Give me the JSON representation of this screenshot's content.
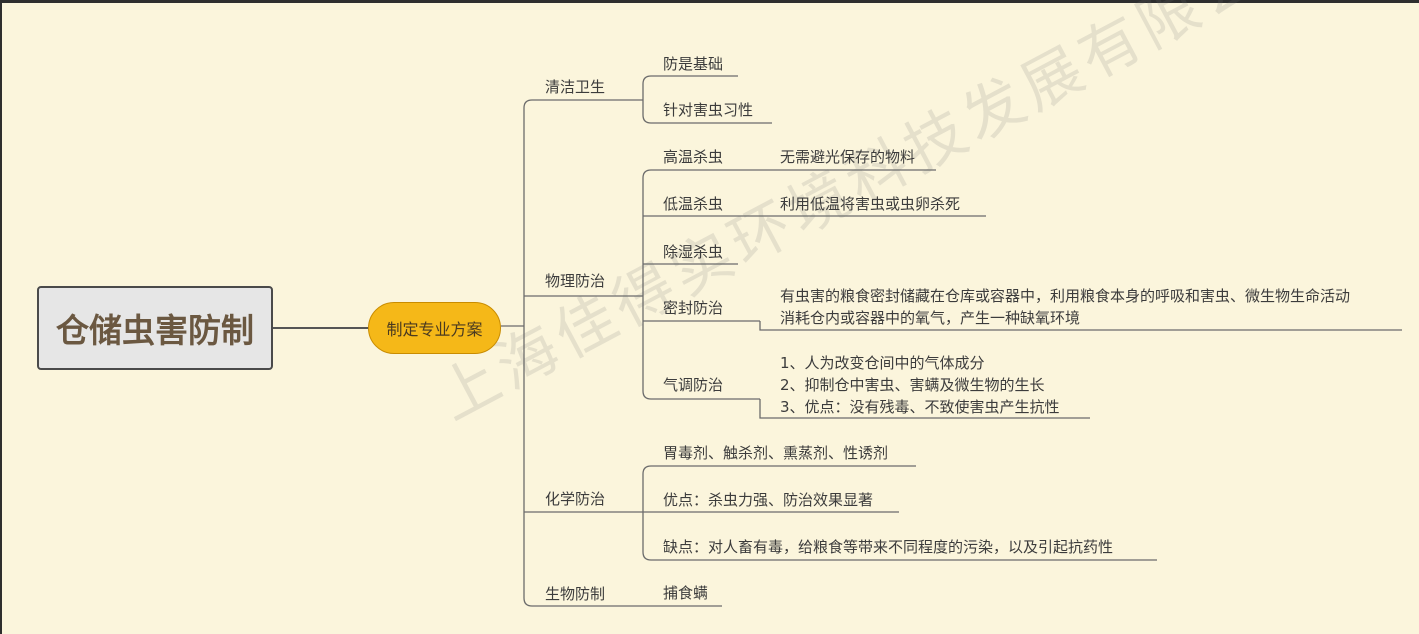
{
  "watermark": "上海佳得实环境科技发展有限公司",
  "root": "仓储虫害防制",
  "central": "制定专业方案",
  "branches": {
    "cleaning": {
      "label": "清洁卫生",
      "items": [
        "防是基础",
        "针对害虫习性"
      ]
    },
    "physical": {
      "label": "物理防治",
      "high_temp": {
        "label": "高温杀虫",
        "detail": "无需避光保存的物料"
      },
      "low_temp": {
        "label": "低温杀虫",
        "detail": "利用低温将害虫或虫卵杀死"
      },
      "dehumid": {
        "label": "除湿杀虫"
      },
      "sealed": {
        "label": "密封防治",
        "line1": "有虫害的粮食密封储藏在仓库或容器中，利用粮食本身的呼吸和害虫、微生物生命活动",
        "line2": "消耗仓内或容器中的氧气，产生一种缺氧环境"
      },
      "atmosphere": {
        "label": "气调防治",
        "line1": "1、人为改变仓间中的气体成分",
        "line2": "2、抑制仓中害虫、害螨及微生物的生长",
        "line3": "3、优点：没有残毒、不致使害虫产生抗性"
      }
    },
    "chemical": {
      "label": "化学防治",
      "items": [
        "胃毒剂、触杀剂、熏蒸剂、性诱剂",
        "优点：杀虫力强、防治效果显著",
        "缺点：对人畜有毒，给粮食等带来不同程度的污染，以及引起抗药性"
      ]
    },
    "biological": {
      "label": "生物防制",
      "items": [
        "捕食螨"
      ]
    }
  }
}
